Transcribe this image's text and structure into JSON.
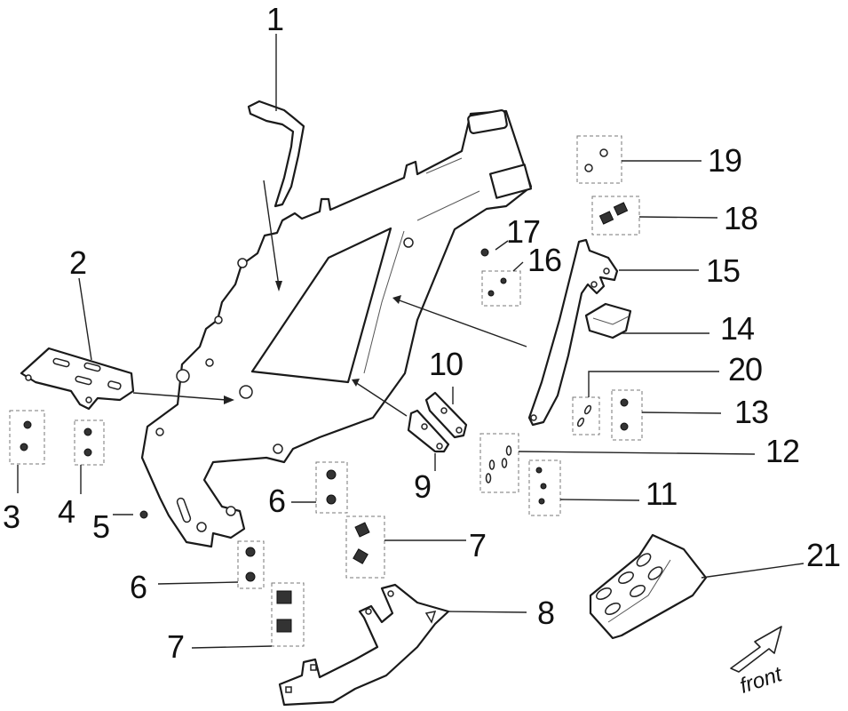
{
  "diagram": {
    "title": "Frame exploded parts diagram",
    "callouts": [
      {
        "id": "1",
        "label": "1",
        "part": "upper bracket"
      },
      {
        "id": "2",
        "label": "2",
        "part": "footrest plate"
      },
      {
        "id": "3",
        "label": "3",
        "part": "nut set"
      },
      {
        "id": "4",
        "label": "4",
        "part": "nut set"
      },
      {
        "id": "5",
        "label": "5",
        "part": "nut"
      },
      {
        "id": "6a",
        "label": "6",
        "part": "nut set"
      },
      {
        "id": "6b",
        "label": "6",
        "part": "nut set"
      },
      {
        "id": "7a",
        "label": "7",
        "part": "clip nut set"
      },
      {
        "id": "7b",
        "label": "7",
        "part": "clip nut set"
      },
      {
        "id": "8",
        "label": "8",
        "part": "skid bracket"
      },
      {
        "id": "9",
        "label": "9",
        "part": "left plate"
      },
      {
        "id": "10",
        "label": "10",
        "part": "right plate"
      },
      {
        "id": "11",
        "label": "11",
        "part": "screw set"
      },
      {
        "id": "12",
        "label": "12",
        "part": "washer set"
      },
      {
        "id": "13",
        "label": "13",
        "part": "nut set"
      },
      {
        "id": "14",
        "label": "14",
        "part": "clamp"
      },
      {
        "id": "15",
        "label": "15",
        "part": "side bracket"
      },
      {
        "id": "16",
        "label": "16",
        "part": "screw set"
      },
      {
        "id": "17",
        "label": "17",
        "part": "nut"
      },
      {
        "id": "18",
        "label": "18",
        "part": "clip set"
      },
      {
        "id": "19",
        "label": "19",
        "part": "nut set"
      },
      {
        "id": "20",
        "label": "20",
        "part": "washer set"
      },
      {
        "id": "21",
        "label": "21",
        "part": "footrest pad"
      }
    ],
    "direction_label": "front",
    "direction_icon": "arrow-right-up"
  }
}
